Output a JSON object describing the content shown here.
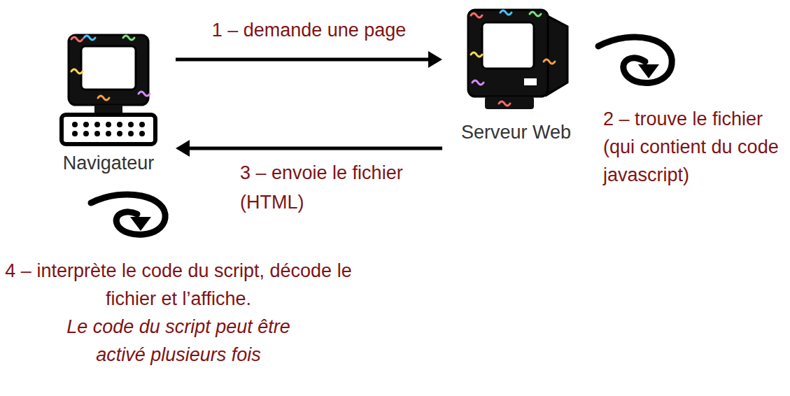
{
  "diagram": {
    "nodes": [
      {
        "text": [
          "Navigateur"
        ]
      },
      {
        "text": [
          "Serveur Web"
        ]
      }
    ],
    "edges": [
      {
        "from": 0,
        "to": 1,
        "arrow": "to",
        "label": "1 – demande une page"
      },
      {
        "from": 1,
        "to": 0,
        "arrow": "to",
        "label": "3 – envoie le fichier (HTML)"
      }
    ],
    "labels": [
      "2 – trouve le fichier (qui contient du code javascript)",
      "4 – interprète le code du script, décode le fichier et l’affiche.",
      "Le code du script peut être activé plusieurs fois"
    ]
  }
}
